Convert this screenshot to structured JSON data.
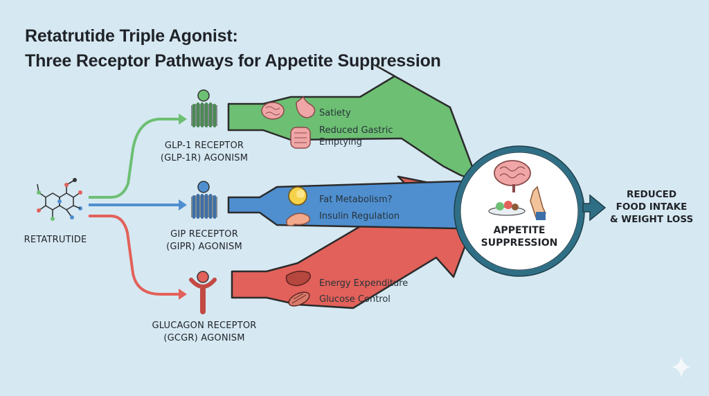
{
  "title": {
    "line1": "Retatrutide Triple Agonist:",
    "line2": "Three Receptor Pathways for Appetite Suppression"
  },
  "drug": {
    "label": "RETATRUTIDE",
    "icon": "molecule-icon"
  },
  "pathways": [
    {
      "receptor_line1": "GLP-1 RECEPTOR",
      "receptor_line2": "(GLP-1R) AGONISM",
      "color": "#6dbf73",
      "effects": [
        "Satiety",
        "Reduced Gastric",
        "Emptying"
      ],
      "icons": [
        "brain-icon",
        "stomach-icon",
        "intestine-icon"
      ]
    },
    {
      "receptor_line1": "GIP RECEPTOR",
      "receptor_line2": "(GIPR) AGONISM",
      "color": "#4f8fd0",
      "effects": [
        "Fat Metabolism?",
        "Insulin Regulation"
      ],
      "icons": [
        "fat-cell-icon",
        "pancreas-icon"
      ]
    },
    {
      "receptor_line1": "GLUCAGON RECEPTOR",
      "receptor_line2": "(GCGR) AGONISM",
      "color": "#e2615a",
      "effects": [
        "Energy Expenditure",
        "Glucose Control"
      ],
      "icons": [
        "liver-icon",
        "muscle-icon"
      ]
    }
  ],
  "center": {
    "line1": "APPETITE",
    "line2": "SUPPRESSION",
    "icons": [
      "brain-icon",
      "food-plate-icon",
      "stop-hand-icon"
    ]
  },
  "outcome": {
    "line1": "REDUCED",
    "line2": "FOOD INTAKE",
    "line3": "& WEIGHT LOSS"
  },
  "colors": {
    "background": "#d6e8f2",
    "green": "#6dbf73",
    "blue": "#4f8fd0",
    "red": "#e2615a",
    "ring": "#2f6f86"
  }
}
